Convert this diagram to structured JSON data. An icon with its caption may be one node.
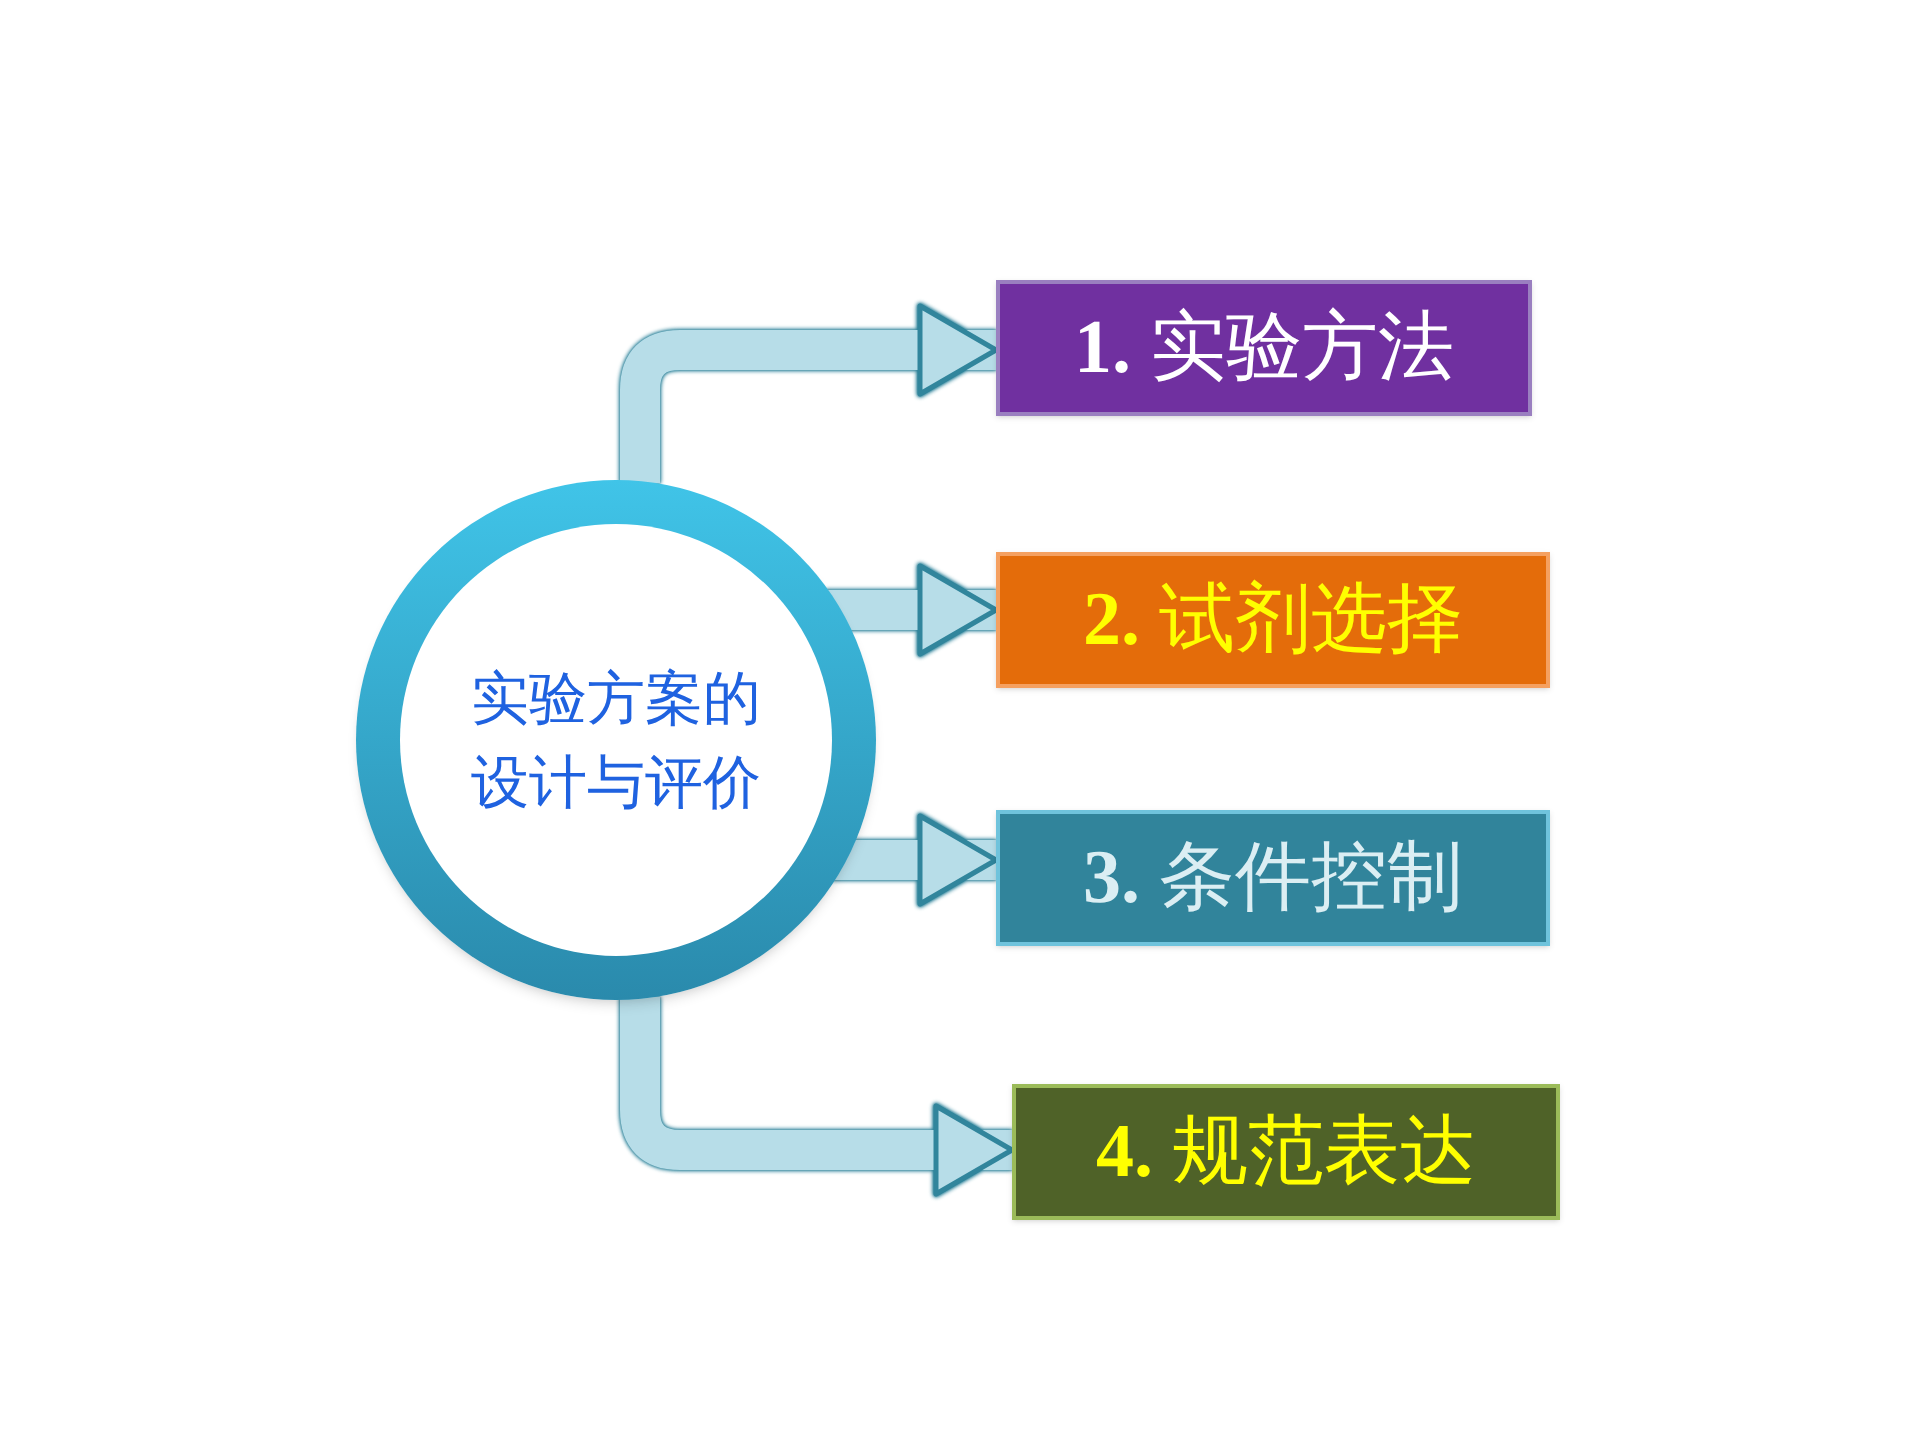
{
  "diagram": {
    "nodes": [
      {
        "text": [
          "实验方案的设计与评价"
        ]
      },
      {
        "text": [
          "**1.** 实验方法"
        ]
      },
      {
        "text": [
          "**2.** 试剂选择"
        ]
      },
      {
        "text": [
          "**3.** 条件控制"
        ]
      },
      {
        "text": [
          "**4.** 规范表达"
        ]
      }
    ],
    "edges": [
      {
        "from": 0,
        "to": 1,
        "arrow": "to"
      },
      {
        "from": 0,
        "to": 2,
        "arrow": "to"
      },
      {
        "from": 0,
        "to": 3,
        "arrow": "to"
      },
      {
        "from": 0,
        "to": 4,
        "arrow": "to"
      }
    ]
  }
}
